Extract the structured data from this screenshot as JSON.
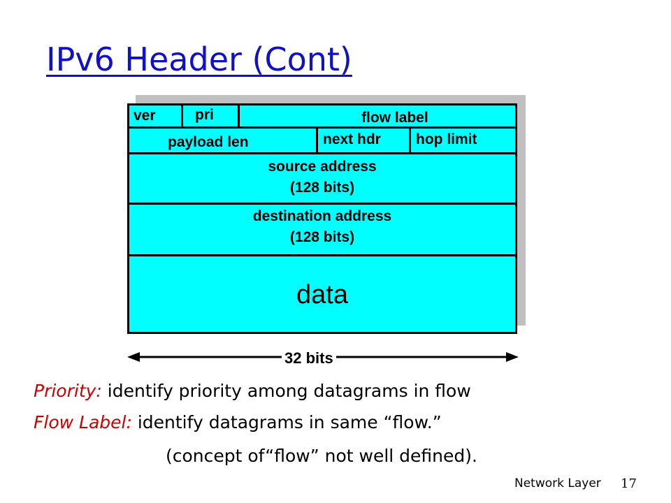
{
  "slide": {
    "title": "IPv6 Header (Cont)",
    "footer_label": "Network Layer",
    "page_number": "17"
  },
  "diagram": {
    "fields": {
      "ver": "ver",
      "pri": "pri",
      "flow_label": "flow label",
      "payload_len": "payload len",
      "next_hdr": "next hdr",
      "hop_limit": "hop limit",
      "source_address_line1": "source address",
      "source_address_line2": "(128 bits)",
      "destination_address_line1": "destination address",
      "destination_address_line2": "(128 bits)",
      "data": "data"
    },
    "width_label": "32 bits",
    "colors": {
      "field_fill": "#00ffff",
      "shadow": "#c0c0c0",
      "title": "#1010c8",
      "lead_text": "#cc0000"
    }
  },
  "notes": [
    {
      "lead": "Priority:",
      "text": " identify priority among datagrams in flow"
    },
    {
      "lead": "Flow Label:",
      "text": " identify datagrams in same “flow.”"
    },
    {
      "lead": "",
      "text": "(concept of“flow” not well defined)."
    }
  ]
}
